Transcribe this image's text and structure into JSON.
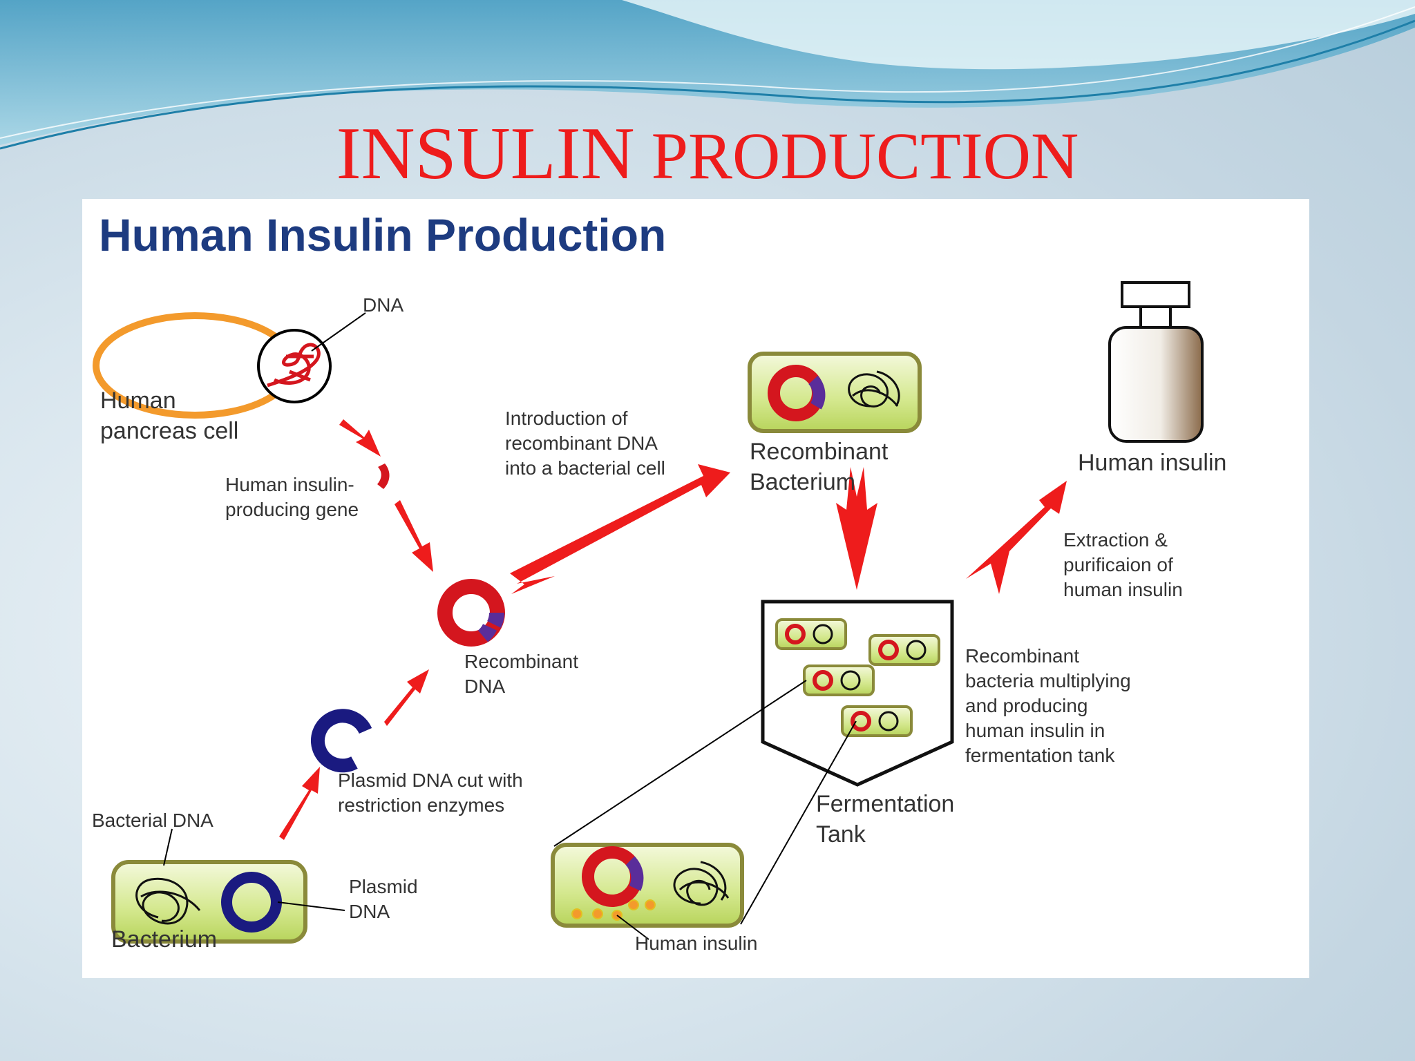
{
  "slide": {
    "title_first": "INSULIN",
    "title_rest": "PRODUCTION"
  },
  "diagram": {
    "heading": "Human Insulin Production",
    "labels": {
      "dna": "DNA",
      "human_pancreas_cell_1": "Human",
      "human_pancreas_cell_2": "pancreas cell",
      "insulin_gene_1": "Human insulin-",
      "insulin_gene_2": "producing gene",
      "introduction_1": "Introduction of",
      "introduction_2": "recombinant DNA",
      "introduction_3": "into a bacterial cell",
      "recombinant_bacterium_1": "Recombinant",
      "recombinant_bacterium_2": "Bacterium",
      "human_insulin_bottle": "Human insulin",
      "extraction_1": "Extraction &",
      "extraction_2": "purificaion of",
      "extraction_3": "human insulin",
      "recombinant_dna_1": "Recombinant",
      "recombinant_dna_2": "DNA",
      "multiplying_1": "Recombinant",
      "multiplying_2": "bacteria multiplying",
      "multiplying_3": "and producing",
      "multiplying_4": "human insulin in",
      "multiplying_5": "fermentation tank",
      "plasmid_cut_1": "Plasmid DNA cut with",
      "plasmid_cut_2": "restriction enzymes",
      "bacterial_dna": "Bacterial DNA",
      "fermentation_tank_1": "Fermentation",
      "fermentation_tank_2": "Tank",
      "plasmid_dna_1": "Plasmid",
      "plasmid_dna_2": "DNA",
      "bacterium": "Bacterium",
      "human_insulin_zoom": "Human insulin"
    },
    "colors": {
      "arrow": "#ee1c1c",
      "dna_red": "#d4161e",
      "plasmid_blue": "#1a1a80",
      "gene_purple": "#5a2d9a",
      "cell_fill": "#c8e07a",
      "cell_border": "#8a8a3a",
      "pancreas_orange": "#f39a2c",
      "heading_blue": "#1d3b80"
    }
  }
}
